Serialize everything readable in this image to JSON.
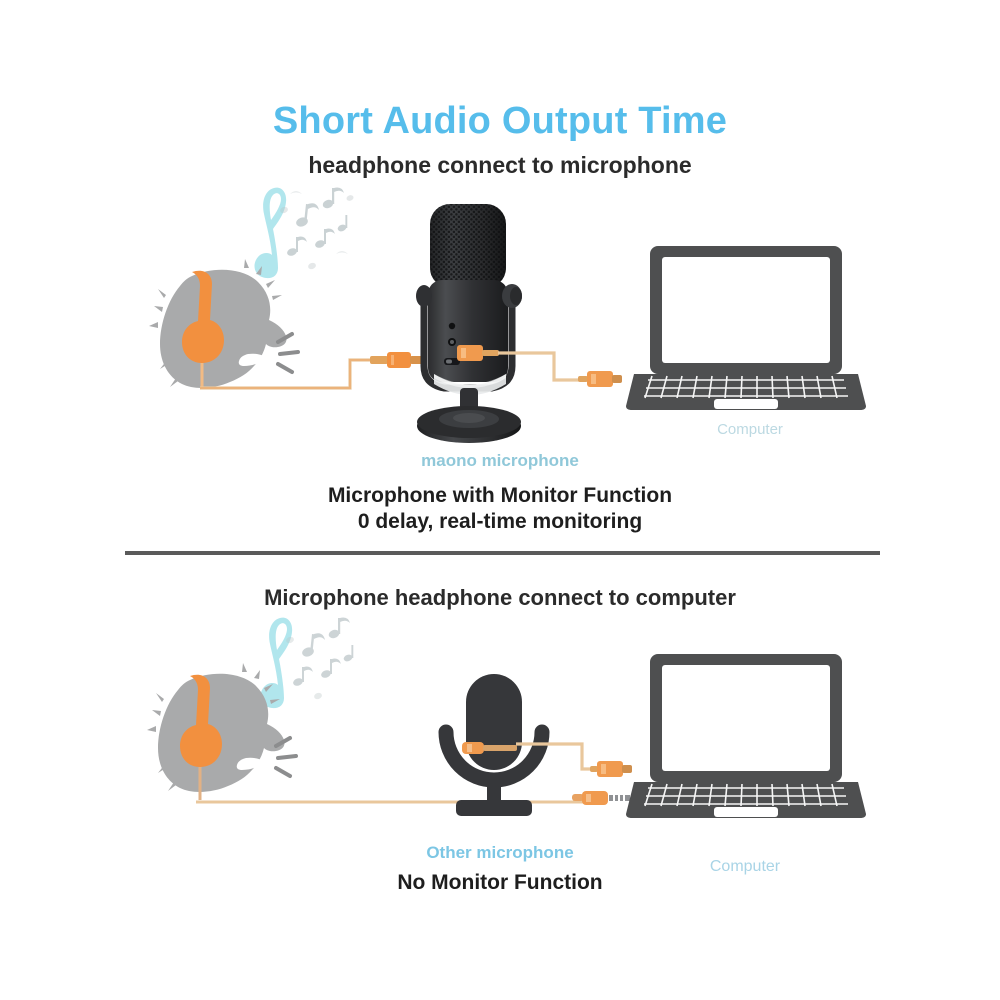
{
  "page": {
    "background": "#ffffff",
    "accent_blue": "#56bdeb",
    "accent_orange": "#f29544",
    "dark_gray": "#4a4a4a",
    "silhouette_gray": "#a9aaab",
    "note_teal": "#9ddfe8"
  },
  "header": {
    "title": "Short Audio Output Time",
    "subtitle": "headphone connect to microphone"
  },
  "top_section": {
    "mic_label": "maono microphone",
    "computer_label": "Computer",
    "caption_line1": "Microphone with Monitor Function",
    "caption_line2": "0 delay, real-time monitoring",
    "icons": {
      "person": "person-with-headphones-icon",
      "music_notes": "music-notes-icon",
      "microphone": "maono-usb-microphone-icon",
      "laptop": "laptop-computer-icon",
      "headphone_plug": "headphone-jack-plug-icon",
      "usb_plug": "usb-connector-plug-icon"
    }
  },
  "bottom_section": {
    "subtitle": "Microphone headphone connect to computer",
    "mic_label": "Other microphone",
    "computer_label": "Computer",
    "caption": "No Monitor Function",
    "icons": {
      "person": "person-with-headphones-icon",
      "music_notes": "music-notes-icon",
      "microphone": "generic-microphone-icon",
      "laptop": "laptop-computer-icon",
      "usb_plug": "usb-connector-plug-icon",
      "headphone_plug": "headphone-jack-plug-icon"
    }
  },
  "divider": "horizontal-rule"
}
